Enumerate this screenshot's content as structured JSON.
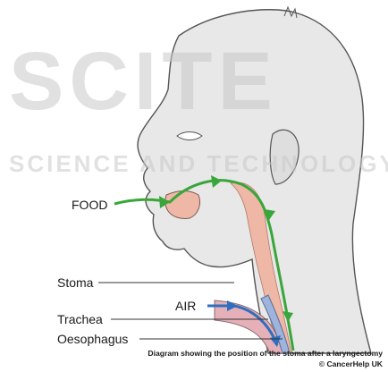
{
  "labels": {
    "food": "FOOD",
    "stoma": "Stoma",
    "air": "AIR",
    "trachea": "Trachea",
    "oesophagus": "Oesophagus"
  },
  "caption": {
    "line1": "Diagram showing the position of the stoma after a laryngectomy",
    "line2": "© CancerHelp UK"
  },
  "watermark": {
    "big": "SCITE",
    "small": "SCIENCE AND TECHNOLOGY"
  },
  "colors": {
    "skin": "#e8e8e8",
    "skin_outline": "#555555",
    "throat_pink": "#efb7a6",
    "food_arrow": "#3aa63a",
    "air_arrow": "#2f6fbf",
    "tube_pink": "#e6b0b8",
    "tube_blue": "#9fb4dc",
    "watermark": "#c9c9c9"
  },
  "icons": [
    "head-profile-illustration",
    "food-path-arrow",
    "air-path-arrow"
  ]
}
